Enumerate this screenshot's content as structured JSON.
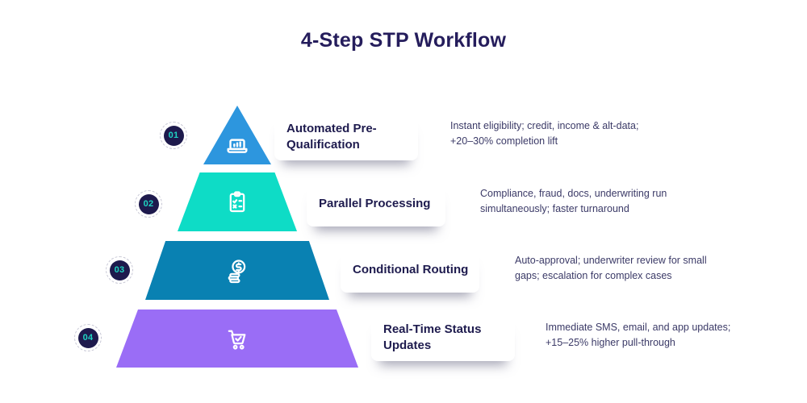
{
  "header": {
    "title": "4-Step STP Workflow"
  },
  "colors": {
    "title_text": "#251d5c",
    "step_title_text": "#1e1b4e",
    "description_text": "#3b3a67",
    "badge_background": "#1e1a4d",
    "badge_text": "#1fd3c1",
    "layer_1": "#2d96de",
    "layer_2": "#0edcc6",
    "layer_3": "#0981b2",
    "layer_4": "#9a6df6"
  },
  "steps": [
    {
      "number": "01",
      "title": "Automated Pre-\nQualification",
      "description": "Instant eligibility; credit, income & alt-data;\n+20–30% completion lift",
      "color": "#2d96de",
      "icon": "laptop-chart-icon"
    },
    {
      "number": "02",
      "title": "Parallel Processing",
      "description": "Compliance, fraud, docs, underwriting run\nsimultaneously; faster turnaround",
      "color": "#0edcc6",
      "icon": "clipboard-checklist-icon"
    },
    {
      "number": "03",
      "title": "Conditional Routing",
      "description": "Auto-approval; underwriter review for small\ngaps; escalation for complex cases",
      "color": "#0981b2",
      "icon": "money-coins-icon"
    },
    {
      "number": "04",
      "title": "Real-Time Status\nUpdates",
      "description": "Immediate SMS, email, and app updates;\n+15–25% higher pull-through",
      "color": "#9a6df6",
      "icon": "cart-check-icon"
    }
  ]
}
